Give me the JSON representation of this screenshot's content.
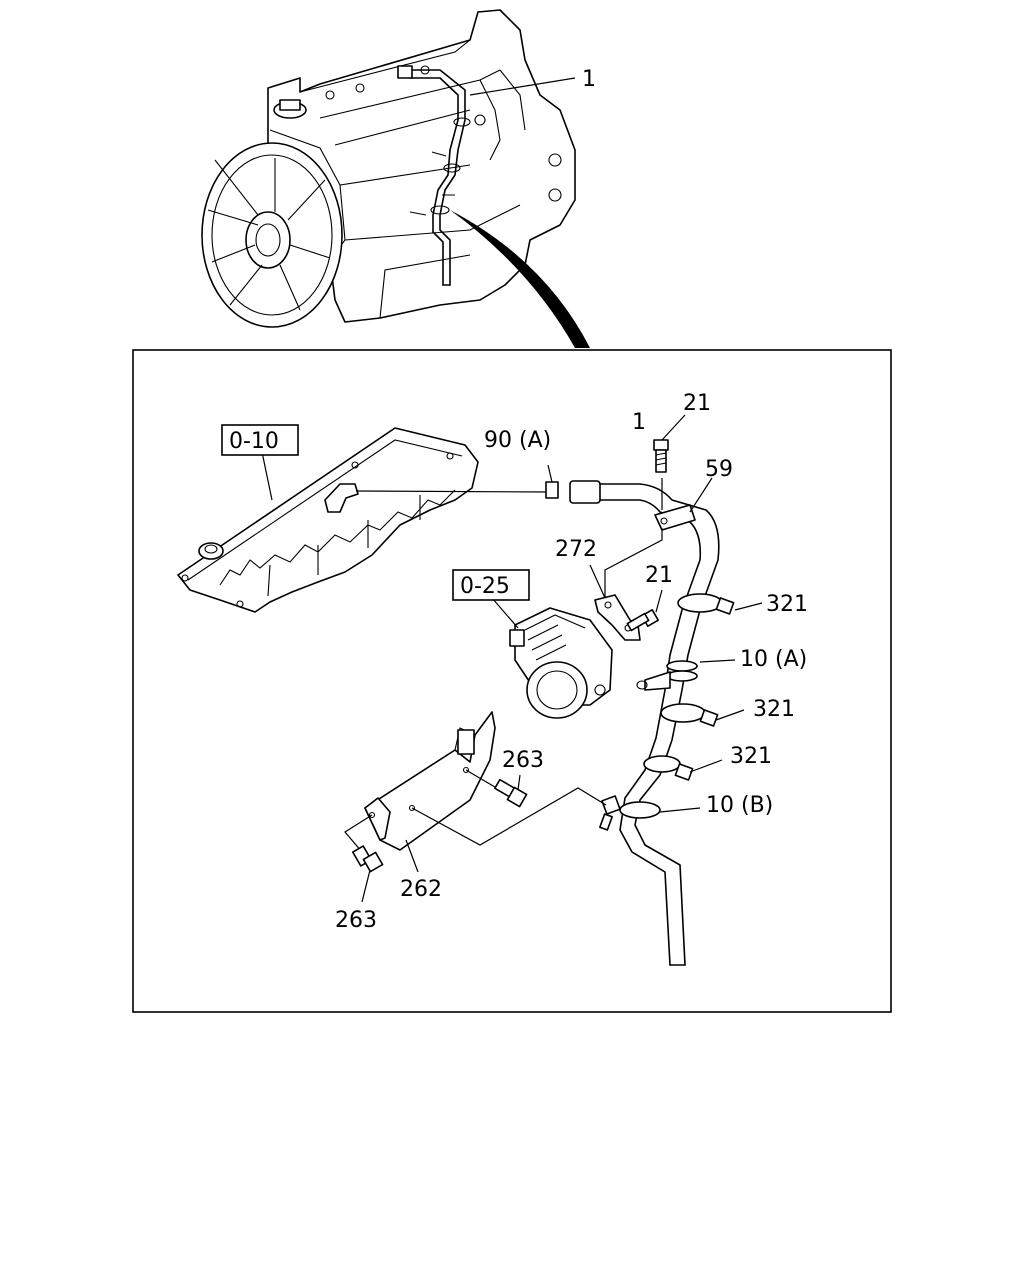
{
  "callouts": {
    "top_1": "1",
    "ref_010": "0-10",
    "ref_025": "0-25",
    "p90a": "90 (A)",
    "p1": "1",
    "p21_top": "21",
    "p59": "59",
    "p272": "272",
    "p21_mid": "21",
    "p321_a": "321",
    "p10a": "10 (A)",
    "p321_b": "321",
    "p321_c": "321",
    "p263_right": "263",
    "p10b": "10 (B)",
    "p262": "262",
    "p263_left": "263"
  }
}
